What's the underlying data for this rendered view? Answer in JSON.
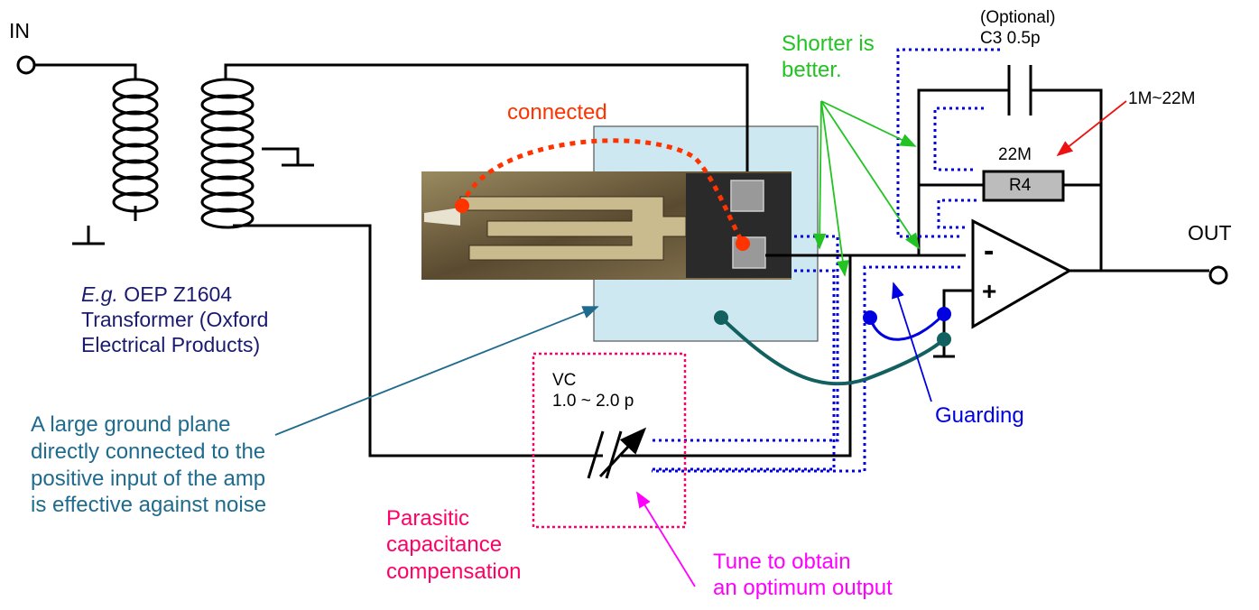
{
  "terminals": {
    "in": "IN",
    "out": "OUT"
  },
  "transformer": {
    "eg": "E.g.",
    "model": " OEP Z1604",
    "line2": "Transformer (Oxford",
    "line3": "Electrical Products)"
  },
  "annotations": {
    "connected": "connected",
    "shorter_1": "Shorter is",
    "shorter_2": "better.",
    "optional": "(Optional)",
    "c3": "C3 0.5p",
    "range": "1M~22M",
    "r22m": "22M",
    "r4": "R4",
    "guarding": "Guarding",
    "ground_plane": [
      "A large ground plane",
      "directly connected to the",
      "positive input of the amp",
      "is effective against noise"
    ],
    "vc": "VC",
    "vc_range": "1.0 ~ 2.0 p",
    "parasitic": [
      "Parasitic",
      "capacitance",
      "compensation"
    ],
    "tune": [
      "Tune to obtain",
      "an optimum output"
    ],
    "minus": "-",
    "plus": "+"
  },
  "colors": {
    "wire": "#000000",
    "navy": "#1a1a6e",
    "teal": "#1f6b8e",
    "green": "#22c322",
    "orange": "#ff3300",
    "red": "#ee1111",
    "blue": "#0000e0",
    "pink": "#ff0066",
    "magenta": "#ff00ff",
    "plane": "#cde8f0",
    "darkteal": "#126060"
  }
}
